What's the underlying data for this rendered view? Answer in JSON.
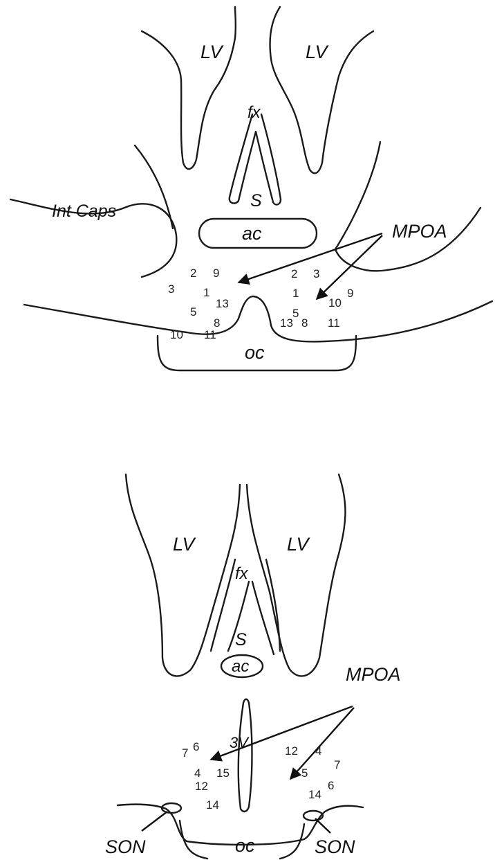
{
  "panel_top": {
    "labels": {
      "lv_left": "LV",
      "lv_right": "LV",
      "fornix": "fx",
      "septum": "S",
      "anterior_commissure": "ac",
      "internal_capsule": "Int Caps",
      "mpoa": "MPOA",
      "optic_chiasm": "oc"
    },
    "site_numbers_left": [
      "2",
      "9",
      "3",
      "1",
      "13",
      "5",
      "8",
      "10",
      "11"
    ],
    "site_numbers_right": [
      "2",
      "3",
      "1",
      "10",
      "9",
      "5",
      "13",
      "8",
      "11"
    ]
  },
  "panel_bottom": {
    "labels": {
      "lv_left": "LV",
      "lv_right": "LV",
      "fornix": "fx",
      "septum": "S",
      "anterior_commissure": "ac",
      "mpoa": "MPOA",
      "third_ventricle": "3V",
      "son_left": "SON",
      "son_right": "SON",
      "optic_chiasm": "oc"
    },
    "site_numbers_left": [
      "7",
      "6",
      "4",
      "15",
      "12",
      "14"
    ],
    "site_numbers_right": [
      "12",
      "4",
      "7",
      "5",
      "14",
      "6"
    ]
  }
}
